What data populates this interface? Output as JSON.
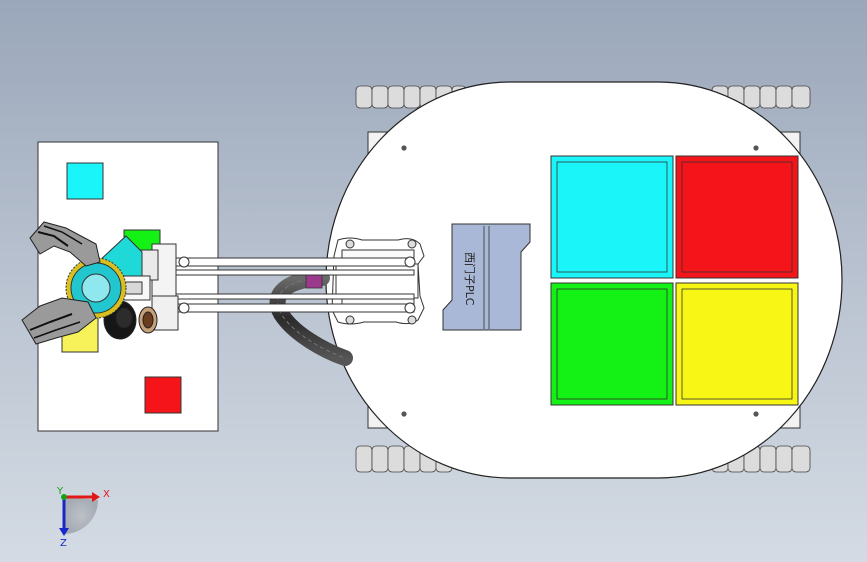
{
  "viewport": {
    "label": "西门子PLC",
    "axes": {
      "x_label": "X",
      "y_label": "Y",
      "z_label": "Z"
    }
  },
  "colors": {
    "background_top": "#9aa7ba",
    "background_bottom": "#d4dbe4",
    "cyan": "#19f5f8",
    "red": "#f5141a",
    "green": "#14f114",
    "yellow": "#f8f614",
    "yellow_tag": "#f7f25a",
    "plc_box": "#a9b8d6",
    "hose": "#3c3c3c",
    "accent_magenta": "#9b3a8a",
    "axis_x": "#e01818",
    "axis_y": "#18a018",
    "axis_z": "#1828c8"
  },
  "icons": [
    "gripper-icon",
    "wheel-icon",
    "axis-triad-icon"
  ]
}
